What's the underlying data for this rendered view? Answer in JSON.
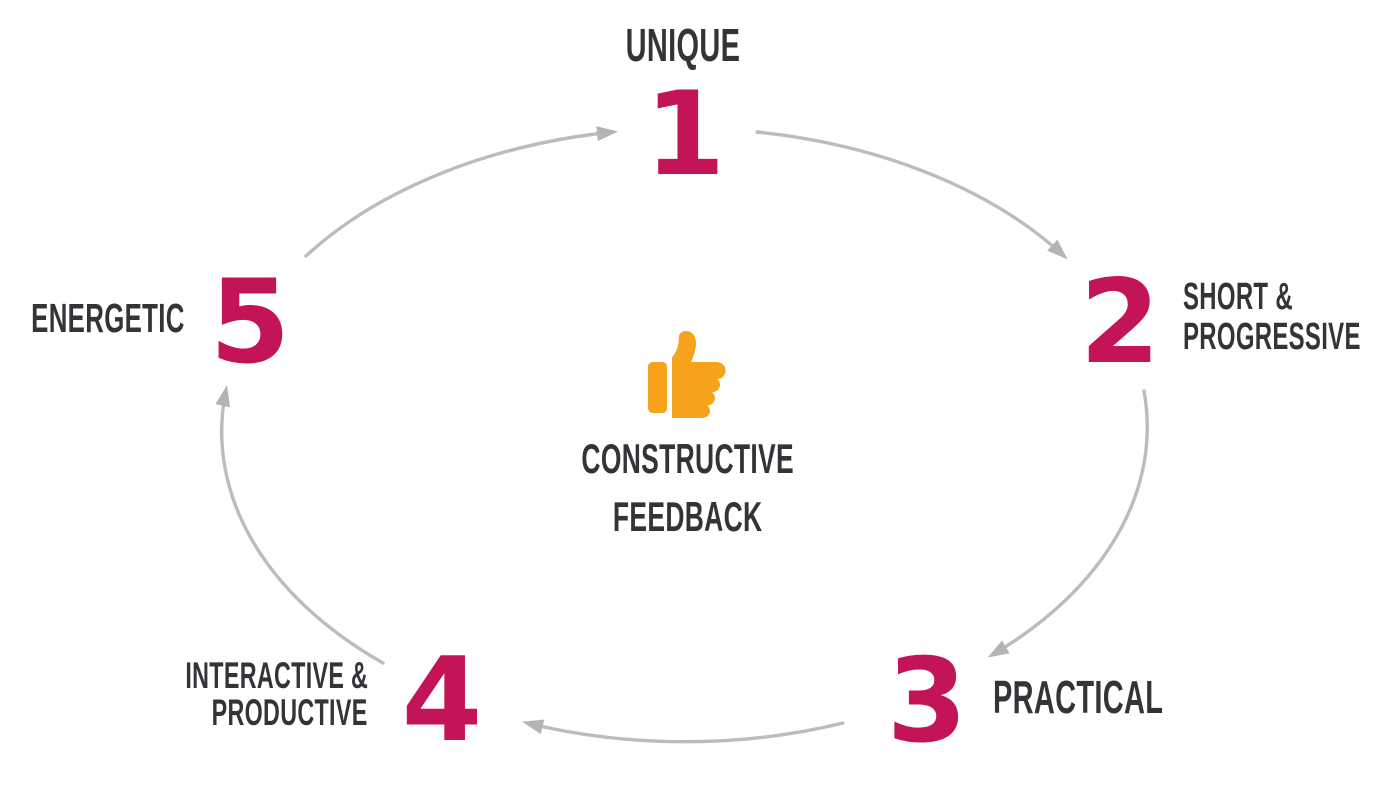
{
  "diagram": {
    "title_lines": [
      "CONSTRUCTIVE",
      "FEEDBACK"
    ],
    "center_icon": "thumbs-up",
    "steps": [
      {
        "number": "1",
        "label_lines": [
          "UNIQUE"
        ]
      },
      {
        "number": "2",
        "label_lines": [
          "SHORT &",
          "PROGRESSIVE"
        ]
      },
      {
        "number": "3",
        "label_lines": [
          "PRACTICAL"
        ]
      },
      {
        "number": "4",
        "label_lines": [
          "INTERACTIVE &",
          "PRODUCTIVE"
        ]
      },
      {
        "number": "5",
        "label_lines": [
          "ENERGETIC"
        ]
      }
    ],
    "colors": {
      "step_number": "#c41458",
      "label_text": "#343438",
      "arrow": "#bcbcbc",
      "thumb_icon": "#f6a21c",
      "background": "#ffffff"
    }
  }
}
